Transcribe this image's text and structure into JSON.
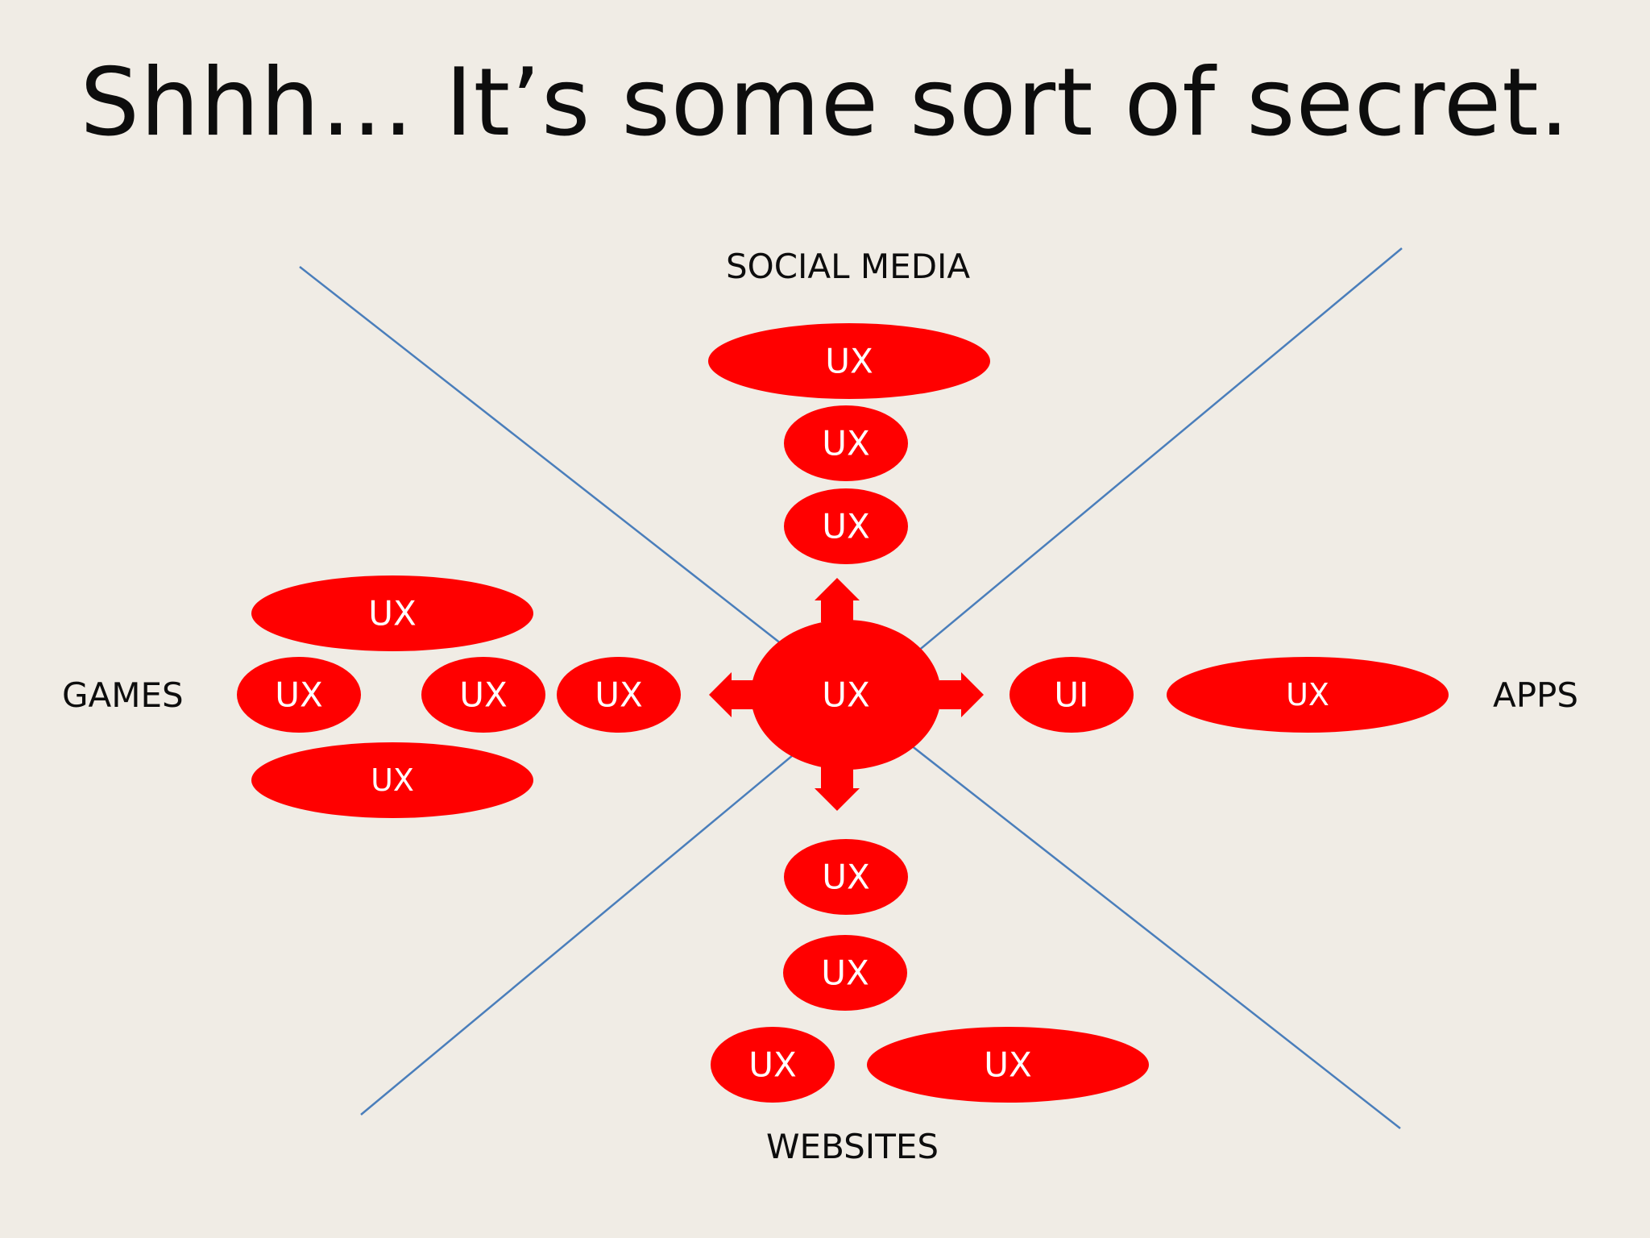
{
  "slide": {
    "title": "Shhh… It’s some sort of secret."
  },
  "categories": {
    "top": "SOCIAL MEDIA",
    "left": "GAMES",
    "right": "APPS",
    "bottom": "WEBSITES"
  },
  "nodes": {
    "center": "UX",
    "social_1": "UX",
    "social_2": "UX",
    "social_3": "UX",
    "games_1": "UX",
    "games_2": "UX",
    "games_3": "UX",
    "games_4": "UX",
    "games_5": "UX",
    "apps_1": "UI",
    "apps_2": "UX",
    "web_1": "UX",
    "web_2": "UX",
    "web_3": "UX",
    "web_4": "UX"
  },
  "colors": {
    "ellipse": "#ff0000",
    "ellipse_text": "#ffffff",
    "divider": "#4a7ebb",
    "background": "#f0ece5"
  }
}
